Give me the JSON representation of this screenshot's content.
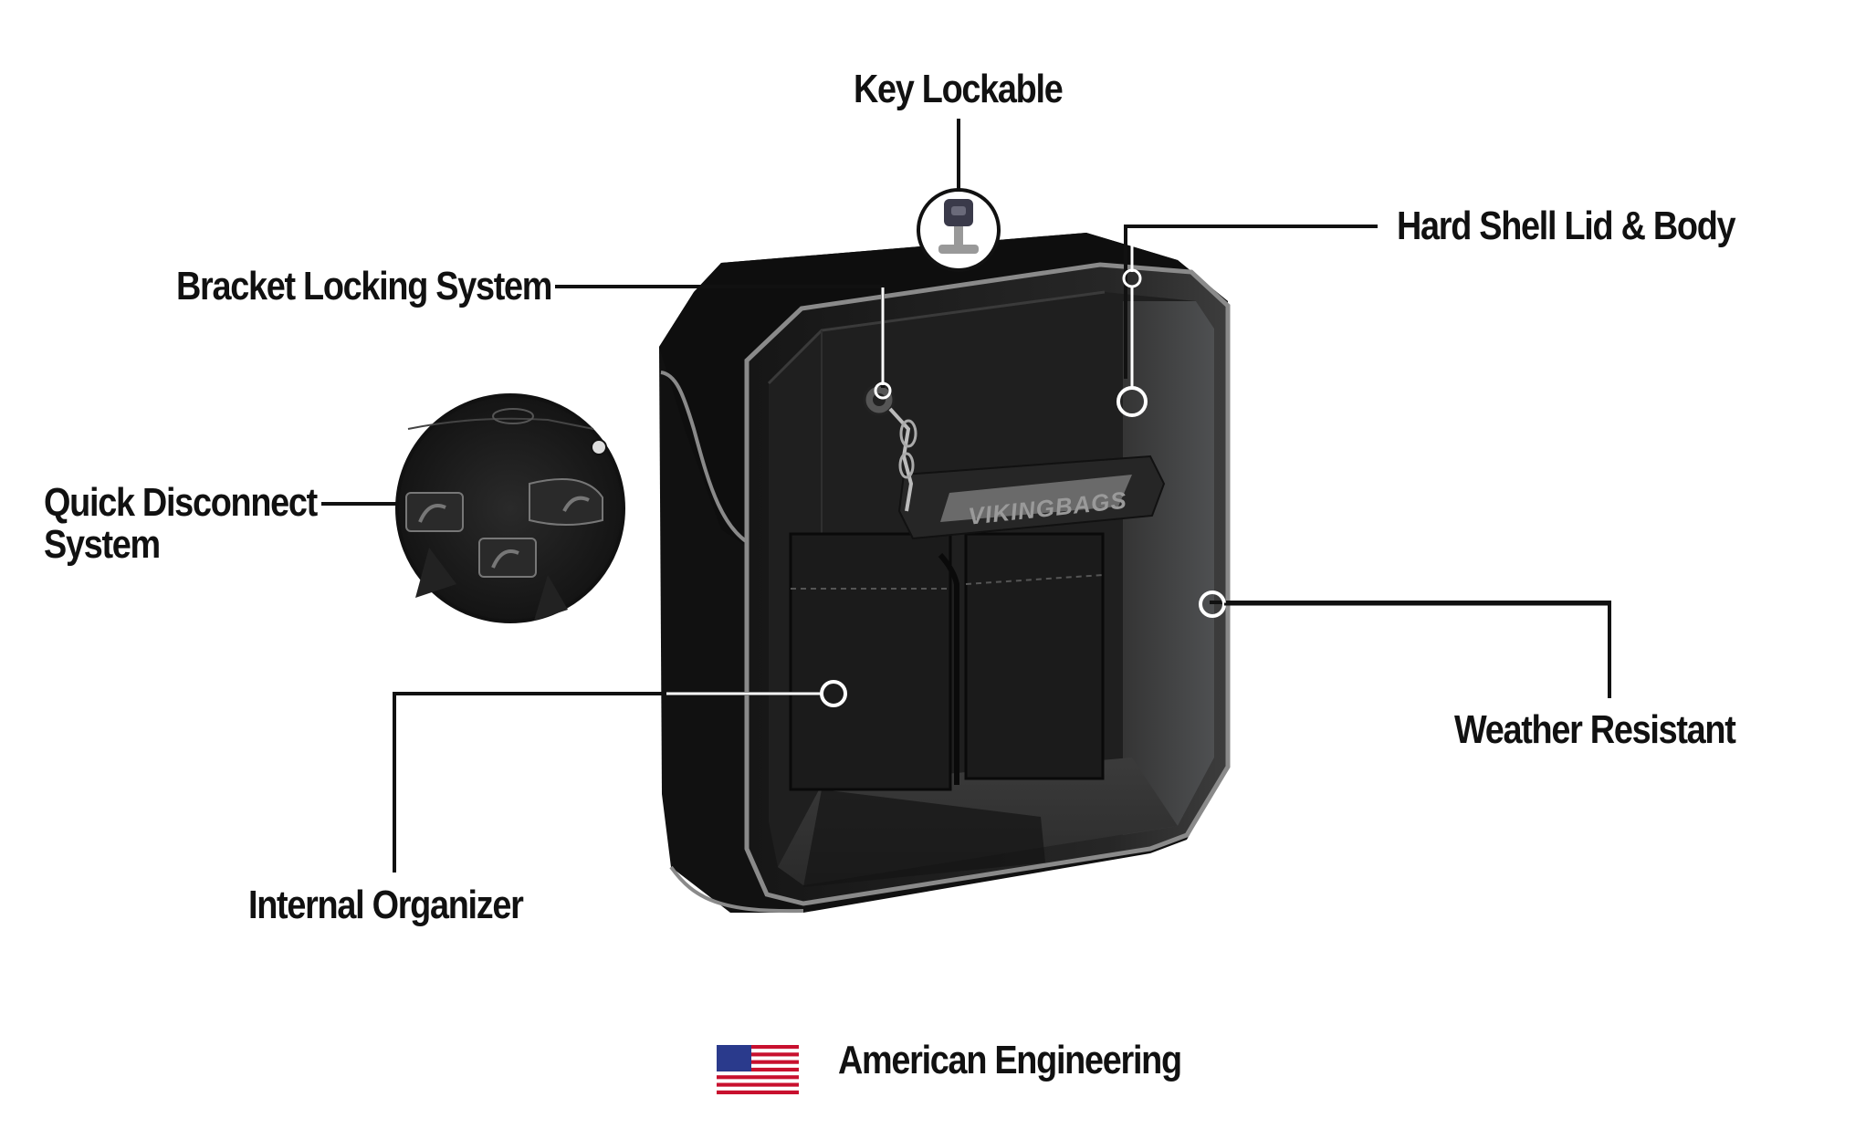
{
  "callouts": {
    "key_lockable": "Key Lockable",
    "hard_shell": "Hard Shell Lid & Body",
    "bracket_locking": "Bracket Locking System",
    "quick_disconnect_line1": "Quick Disconnect",
    "quick_disconnect_line2": "System",
    "weather_resistant": "Weather Resistant",
    "internal_organizer": "Internal Organizer"
  },
  "brand_badge": "VIKINGBAGS",
  "footer": {
    "flag_icon": "us-flag-icon",
    "text": "American Engineering"
  },
  "colors": {
    "case_body": "#1a1a1a",
    "case_trim": "#8a8a8a",
    "leader_line": "#111111",
    "flag_red": "#c8102e",
    "flag_blue": "#2a3a8c"
  }
}
